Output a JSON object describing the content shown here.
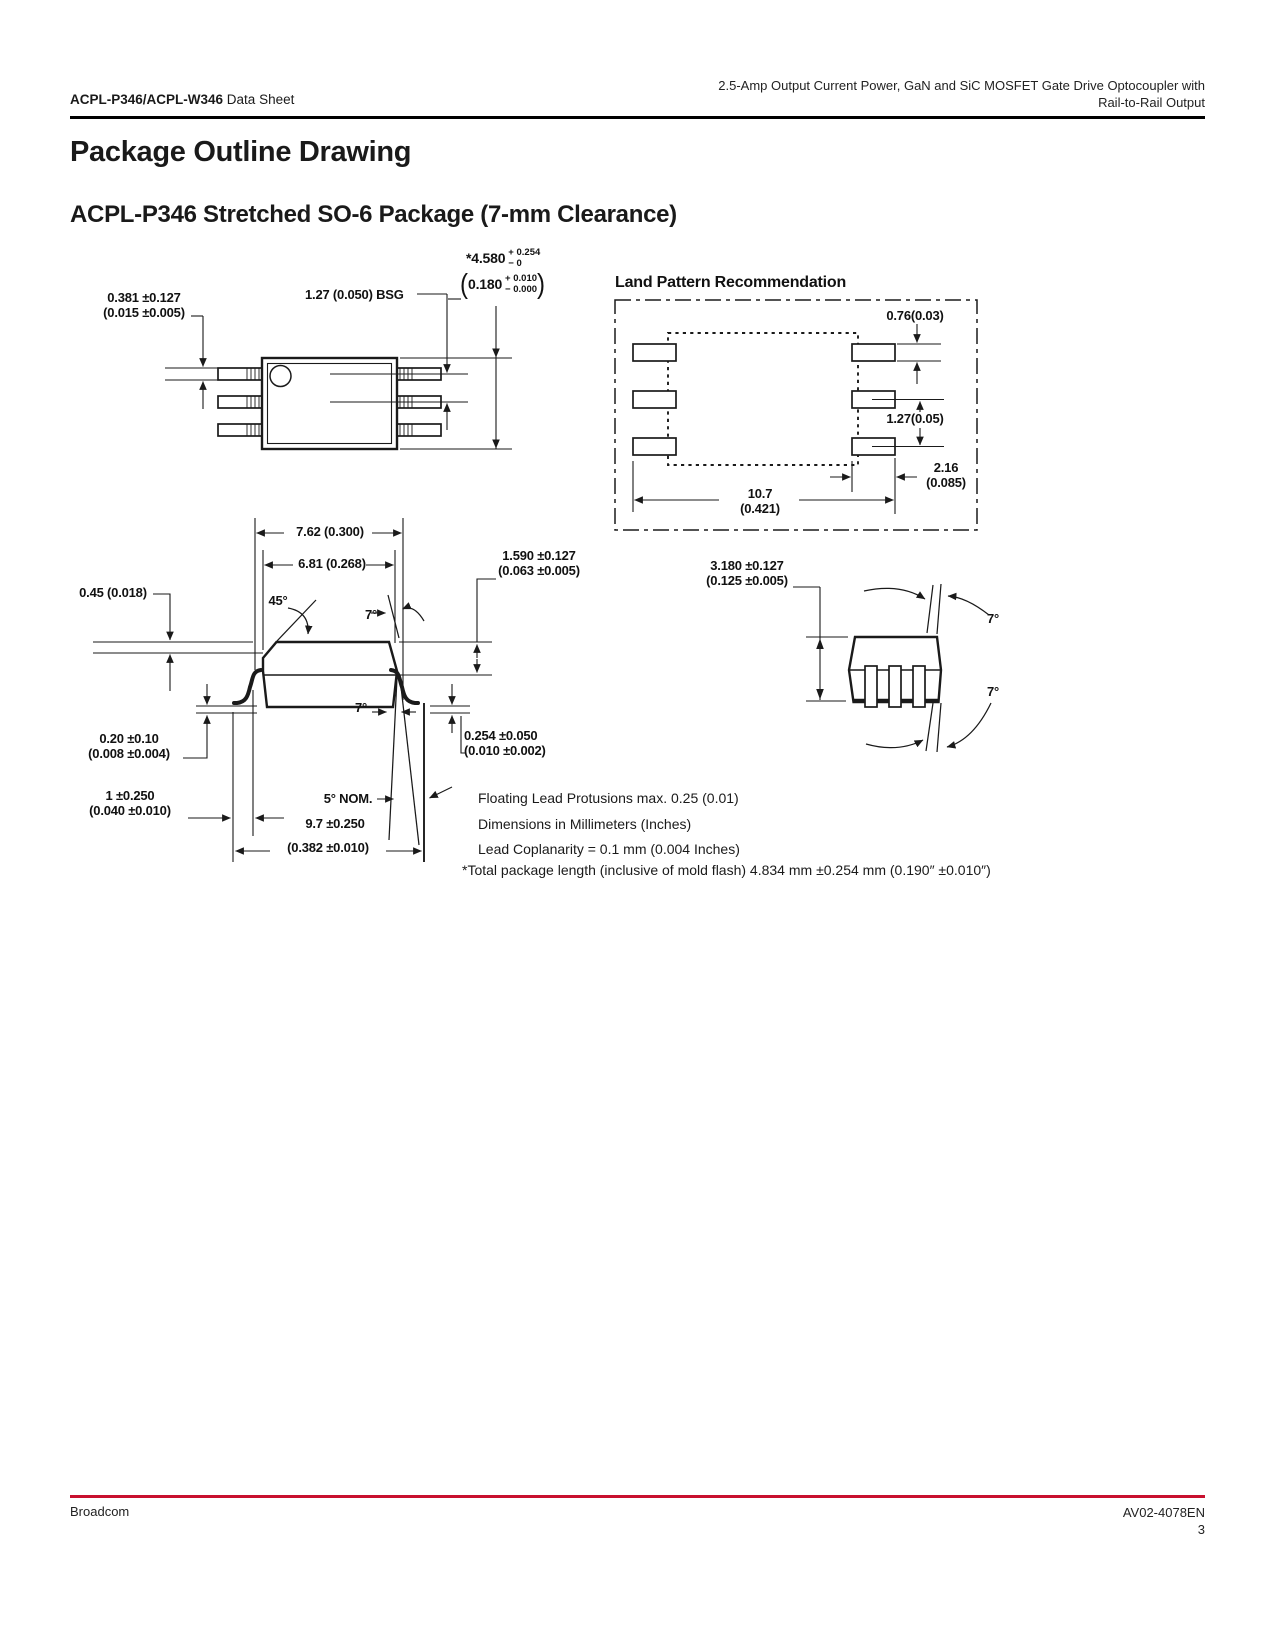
{
  "header": {
    "product": "ACPL-P346/ACPL-W346",
    "doc_type": " Data Sheet",
    "description_line1": "2.5-Amp Output Current Power, GaN and SiC MOSFET Gate Drive Optocoupler with",
    "description_line2": "Rail-to-Rail Output"
  },
  "page": {
    "title": "Package Outline Drawing",
    "subtitle": "ACPL-P346 Stretched SO-6 Package (7-mm Clearance)"
  },
  "top_view": {
    "lead_width_mm": "0.381 ±0.127",
    "lead_width_in": "(0.015 ±0.005)",
    "pitch": "1.27 (0.050) BSG",
    "total_len_mm": "*4.580",
    "total_len_mm_plus": "+ 0.254",
    "total_len_mm_minus": "− 0",
    "paren_open": "(",
    "total_len_in": "0.180",
    "total_len_in_plus": "+ 0.010",
    "total_len_in_minus": "− 0.000",
    "paren_close": ")"
  },
  "land_pattern": {
    "title": "Land Pattern Recommendation",
    "pad_height": "0.76(0.03)",
    "pad_pitch": "1.27(0.05)",
    "pad_width_mm": "2.16",
    "pad_width_in": "(0.085)",
    "span_mm": "10.7",
    "span_in": "(0.421)"
  },
  "side_view": {
    "body_width_outer": "7.62 (0.300)",
    "body_width_inner": "6.81 (0.268)",
    "chamfer_angle": "45°",
    "top_lead_angle": "7°",
    "lid_height_mm": "1.590 ±0.127",
    "lid_height_in": "(0.063 ±0.005)",
    "shoulder_ref": "0.45 (0.018)",
    "standoff_mm": "0.20 ±0.10",
    "standoff_in": "(0.008 ±0.004)",
    "lead_thickness_mm": "0.254 ±0.050",
    "lead_thickness_in": "(0.010 ±0.002)",
    "foot_length_mm": "1 ±0.250",
    "foot_length_in": "(0.040 ±0.010)",
    "mid_lead_angle": "7°",
    "nominal_angle": "5° NOM.",
    "span_mm": "9.7 ±0.250",
    "span_in": "(0.382 ±0.010)"
  },
  "end_view": {
    "body_height_mm": "3.180 ±0.127",
    "body_height_in": "(0.125 ±0.005)",
    "draft_angle_top": "7°",
    "draft_angle_bottom": "7°"
  },
  "notes": {
    "line1": "Floating Lead Protusions max. 0.25 (0.01)",
    "line2": "Dimensions in Millimeters (Inches)",
    "line3": "Lead Coplanarity = 0.1 mm (0.004 Inches)",
    "line4": "*Total package length (inclusive of mold flash) 4.834 mm ±0.254 mm (0.190″ ±0.010″)"
  },
  "footer": {
    "company": "Broadcom",
    "doc_number": "AV02-4078EN",
    "page_number": "3"
  },
  "colors": {
    "accent_rule": "#C8102E",
    "ink": "#1a1a1a"
  }
}
